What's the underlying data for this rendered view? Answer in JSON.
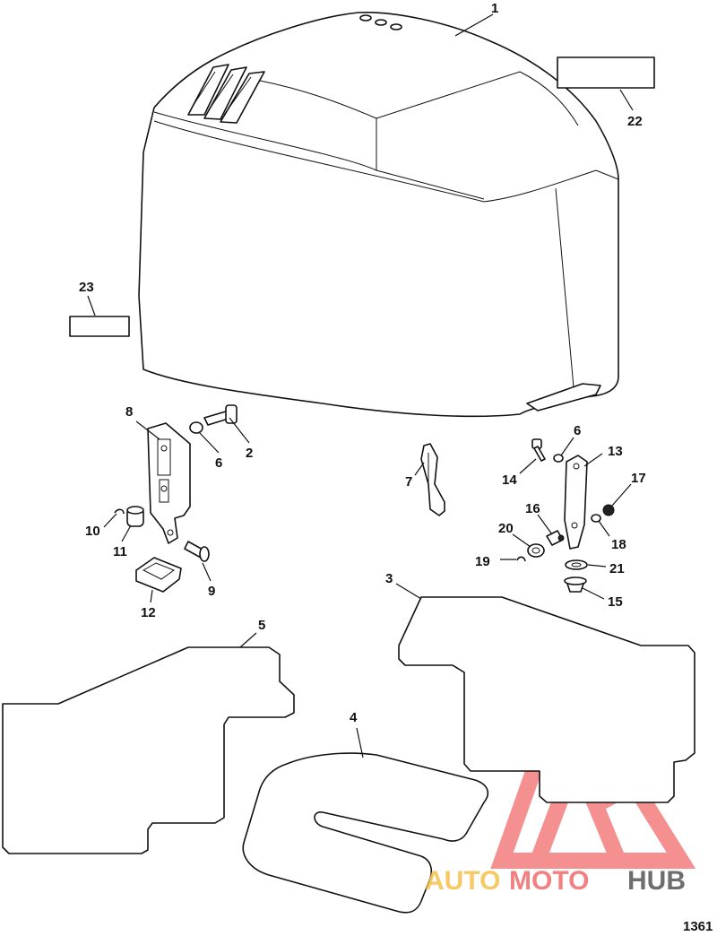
{
  "diagram_id": "1361",
  "callouts": [
    {
      "id": "c1",
      "text": "1"
    },
    {
      "id": "c2",
      "text": "2"
    },
    {
      "id": "c3",
      "text": "3"
    },
    {
      "id": "c4",
      "text": "4"
    },
    {
      "id": "c5",
      "text": "5"
    },
    {
      "id": "c6a",
      "text": "6"
    },
    {
      "id": "c6b",
      "text": "6"
    },
    {
      "id": "c7",
      "text": "7"
    },
    {
      "id": "c8",
      "text": "8"
    },
    {
      "id": "c9",
      "text": "9"
    },
    {
      "id": "c10",
      "text": "10"
    },
    {
      "id": "c11",
      "text": "11"
    },
    {
      "id": "c12",
      "text": "12"
    },
    {
      "id": "c13",
      "text": "13"
    },
    {
      "id": "c14",
      "text": "14"
    },
    {
      "id": "c15",
      "text": "15"
    },
    {
      "id": "c16",
      "text": "16"
    },
    {
      "id": "c17",
      "text": "17"
    },
    {
      "id": "c18",
      "text": "18"
    },
    {
      "id": "c19",
      "text": "19"
    },
    {
      "id": "c20",
      "text": "20"
    },
    {
      "id": "c21",
      "text": "21"
    },
    {
      "id": "c22",
      "text": "22"
    },
    {
      "id": "c23",
      "text": "23"
    }
  ],
  "watermark": {
    "part1": "AUTO",
    "part2": "MOTO",
    "part3": "HUB",
    "color_primary": "#f26b6b",
    "color_secondary": "#f5c04a",
    "color_dark": "#555555"
  }
}
